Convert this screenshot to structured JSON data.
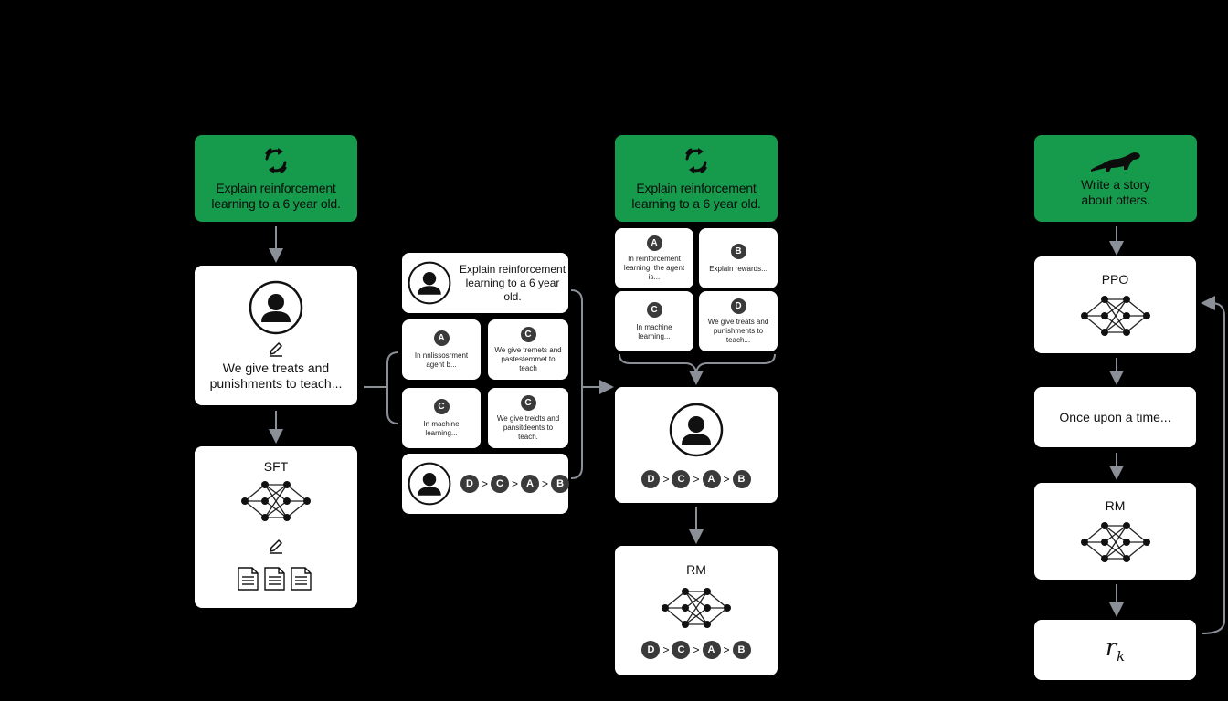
{
  "step1": {
    "prompt": "Explain reinforcement learning to a 6 year old.",
    "demo_text": "We give treats and punishments to teach...",
    "model_label": "SFT"
  },
  "step2": {
    "prompt": "Explain reinforcement learning to a 6 year old.",
    "outputs": [
      {
        "letter": "A",
        "text": "In reinforcement learning, the agent is..."
      },
      {
        "letter": "B",
        "text": "Explain rewards..."
      },
      {
        "letter": "C",
        "text": "In machine learning..."
      },
      {
        "letter": "D",
        "text": "We give treats and punishments to teach..."
      }
    ],
    "ranking": [
      "D",
      "C",
      "A",
      "B"
    ],
    "rank_sep": ">",
    "model_label": "RM",
    "mid_panel": {
      "prompt": "Explain reinforcement learning to a 6 year old.",
      "outputs": [
        {
          "letter": "A",
          "text": "In nnlissosrment agent b..."
        },
        {
          "letter": "C",
          "text": "We give tremets and pastestemmet to teach"
        },
        {
          "letter": "C",
          "text": "In machine learning..."
        },
        {
          "letter": "C",
          "text": "We give treidts and pansitdeents to teach."
        }
      ],
      "ranking": [
        "D",
        "C",
        "A",
        "B"
      ]
    }
  },
  "step3": {
    "prompt": "Write a story about otters.",
    "policy_label": "PPO",
    "output_text": "Once upon a time...",
    "rm_label": "RM",
    "reward": "r",
    "reward_sub": "k"
  },
  "colors": {
    "accent_green": "#169b4d",
    "badge": "#3a3a3a",
    "arrow": "#8a8f98"
  }
}
